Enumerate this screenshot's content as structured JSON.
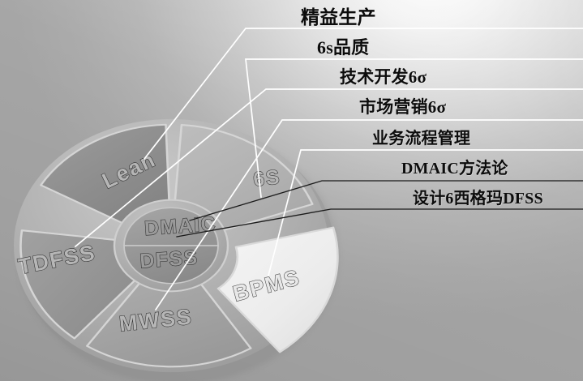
{
  "figure": {
    "title": "Six Sigma deployment wheel with callout labels",
    "background_colors": {
      "highlight": "#ffffff",
      "mid": "#c6c6c6",
      "shadow": "#a6a6a6"
    }
  },
  "callouts": {
    "labels": [
      {
        "id": "lean",
        "text": "精益生产",
        "target": "Lean"
      },
      {
        "id": "6s",
        "text": "6s品质",
        "target": "6S"
      },
      {
        "id": "tdfss",
        "text": "技术开发6σ",
        "target": "TDFSS"
      },
      {
        "id": "mwss",
        "text": "市场营销6σ",
        "target": "MWSS"
      },
      {
        "id": "bpms",
        "text": "业务流程管理",
        "target": "BPMS"
      },
      {
        "id": "dmaic",
        "text": "DMAIC方法论",
        "target": "DMAIC"
      },
      {
        "id": "dfss",
        "text": "设计6西格玛DFSS",
        "target": "DFSS"
      }
    ],
    "leader_line_colors": {
      "white": "#ffffff",
      "black": "#1a1a1a"
    }
  },
  "wheel": {
    "segments": [
      {
        "name": "Lean",
        "label": "Lean",
        "fill": "#8f8f8f",
        "exploded": false
      },
      {
        "name": "6S",
        "label": "6S",
        "fill": "#b4b4b4",
        "exploded": false
      },
      {
        "name": "BPMS",
        "label": "BPMS",
        "fill": "#eeeeee",
        "exploded": true
      },
      {
        "name": "MWSS",
        "label": "MWSS",
        "fill": "#a4a4a4",
        "exploded": false
      },
      {
        "name": "TDFSS",
        "label": "TDFSS",
        "fill": "#989898",
        "exploded": false
      }
    ],
    "hub": {
      "top_label": "DMAIC",
      "bottom_label": "DFSS",
      "fill_top": "#9b9b9b",
      "fill_bottom": "#8e8e8e",
      "ring_fill": "#b0b0b0"
    }
  },
  "chart_data": {
    "type": "pie",
    "title": "Six Sigma deployment wheel",
    "categories": [
      "Lean",
      "6S",
      "BPMS",
      "MWSS",
      "TDFSS"
    ],
    "values": [
      20,
      20,
      20,
      20,
      20
    ],
    "inner_labels": [
      "DMAIC",
      "DFSS"
    ],
    "exploded_slice": "BPMS",
    "legend": [
      "精益生产",
      "6s品质",
      "技术开发6σ",
      "市场营销6σ",
      "业务流程管理",
      "DMAIC方法论",
      "设计6西格玛DFSS"
    ],
    "legend_position": "right",
    "grid": false,
    "xlabel": "",
    "ylabel": ""
  }
}
